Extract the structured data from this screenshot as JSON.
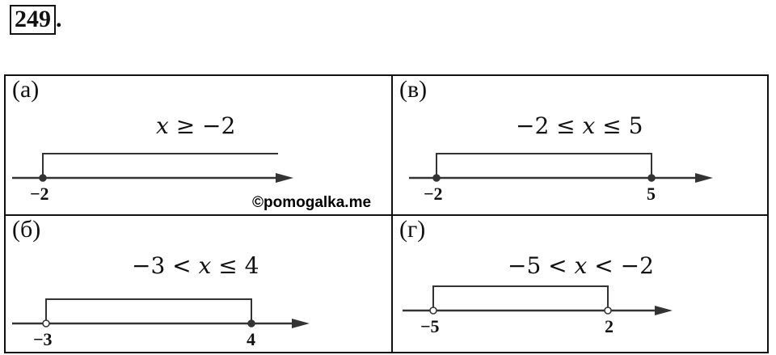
{
  "problem": {
    "number": "249",
    "suffix": "."
  },
  "cells": [
    {
      "label": "(а)",
      "inequality": [
        "",
        "x",
        " ≥ −2"
      ],
      "points": [
        {
          "label": "−2",
          "filled": true
        }
      ]
    },
    {
      "label": "(в)",
      "inequality": [
        "−2 ≤ ",
        "x",
        " ≤ 5"
      ],
      "points": [
        {
          "label": "−2",
          "filled": true
        },
        {
          "label": "5",
          "filled": true
        }
      ]
    },
    {
      "label": "(б)",
      "inequality": [
        "−3 < ",
        "x",
        " ≤ 4"
      ],
      "points": [
        {
          "label": "−3",
          "filled": false
        },
        {
          "label": "4",
          "filled": true
        }
      ]
    },
    {
      "label": "(г)",
      "inequality": [
        "−5 < ",
        "x",
        " < −2"
      ],
      "points": [
        {
          "label": "−5",
          "filled": false
        },
        {
          "label": "2",
          "filled": false
        }
      ]
    }
  ],
  "watermark": "©pomogalka.me"
}
